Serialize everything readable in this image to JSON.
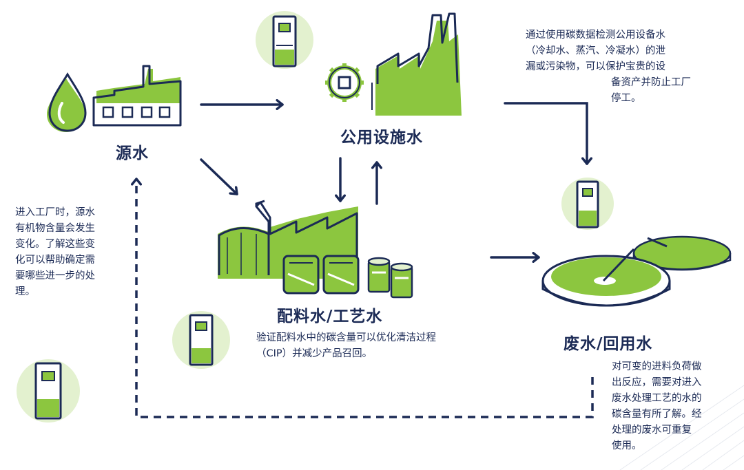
{
  "nodes": {
    "source": {
      "label": "源水"
    },
    "utility": {
      "label": "公用设施水"
    },
    "batch": {
      "label": "配料水/工艺水"
    },
    "waste": {
      "label": "废水/回用水"
    }
  },
  "notes": {
    "utility": [
      "通过使用碳数据检测公用设备水",
      "（冷却水、蒸汽、冷凝水）的泄",
      "漏或污染物，可以保护宝贵的设",
      "备资产并防止工厂",
      "停工。"
    ],
    "source": [
      "进入工厂时，源水",
      "有机物含量会发生",
      "变化。了解这些变",
      "化可以帮助确定需",
      "要哪些进一步的处",
      "理。"
    ],
    "batch": [
      "验证配料水中的碳含量可以优化清洁过程",
      "（CIP）并减少产品召回。"
    ],
    "waste": [
      "对可变的进料负荷做",
      "出反应，需要对进入",
      "废水处理工艺的水的",
      "碳含量有所了解。经",
      "处理的废水可重复",
      "使用。"
    ]
  },
  "colors": {
    "navy": "#1b2a55",
    "green": "#8cc63f",
    "light_green": "#e3f1cf"
  },
  "icons": [
    "water-drop-icon",
    "factory-icon",
    "gear-icon",
    "instrument-icon",
    "tank-icon",
    "clarifier-icon"
  ]
}
